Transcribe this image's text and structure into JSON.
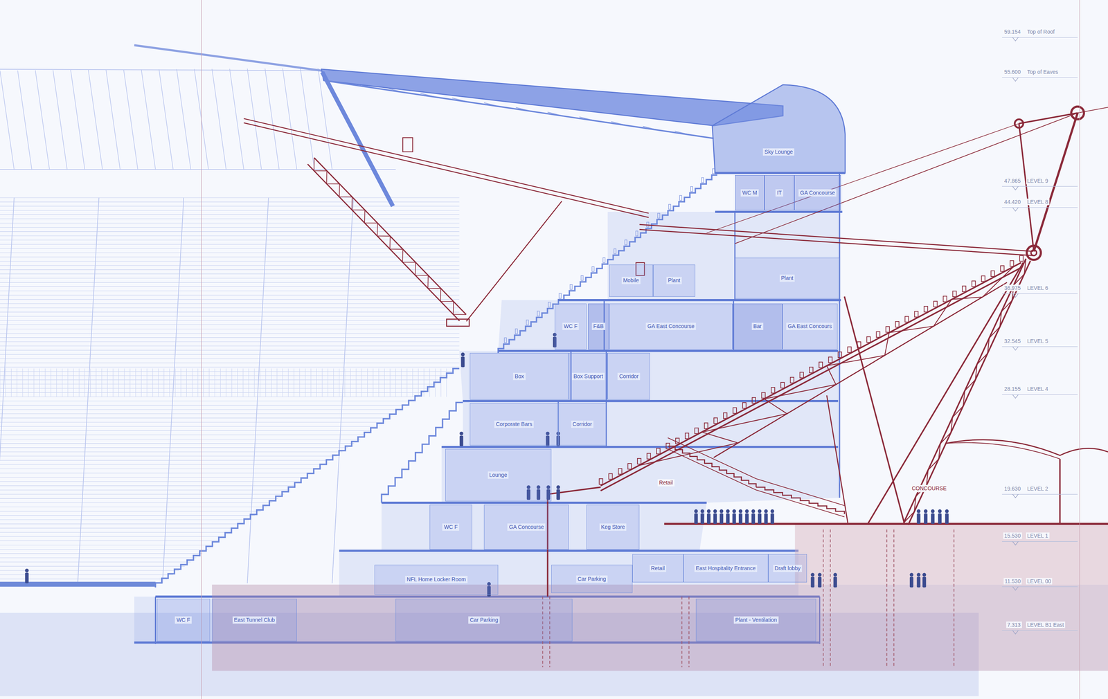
{
  "diagram": {
    "nodes": [
      {
        "text": [
          "Sky Lounge"
        ]
      },
      {
        "text": [
          "WC M"
        ]
      },
      {
        "text": [
          "IT"
        ]
      },
      {
        "text": [
          "GA Concourse"
        ]
      },
      {
        "text": [
          "Mobile"
        ]
      },
      {
        "text": [
          "Plant"
        ]
      },
      {
        "text": [
          "Plant"
        ]
      },
      {
        "text": [
          "WC F"
        ]
      },
      {
        "text": [
          "F&B"
        ]
      },
      {
        "text": [
          "GA East Concourse"
        ]
      },
      {
        "text": [
          "Bar"
        ]
      },
      {
        "text": [
          "GA East Concours"
        ]
      },
      {
        "text": [
          "Box"
        ]
      },
      {
        "text": [
          "Box Support"
        ]
      },
      {
        "text": [
          "Corridor"
        ]
      },
      {
        "text": [
          "Corporate Bars"
        ]
      },
      {
        "text": [
          "Corridor"
        ]
      },
      {
        "text": [
          "Lounge"
        ]
      },
      {
        "text": [
          "WC F"
        ]
      },
      {
        "text": [
          "GA Concourse"
        ]
      },
      {
        "text": [
          "Keg Store"
        ]
      },
      {
        "text": [
          "NFL Home Locker Room"
        ]
      },
      {
        "text": [
          "Car Parking"
        ]
      },
      {
        "text": [
          "Retail"
        ]
      },
      {
        "text": [
          "East Hospitality Entrance"
        ]
      },
      {
        "text": [
          "Draft lobby"
        ]
      },
      {
        "text": [
          "WC F"
        ]
      },
      {
        "text": [
          "East Tunnel Club"
        ]
      },
      {
        "text": [
          "Car Parking"
        ]
      },
      {
        "text": [
          "Plant - Ventilation"
        ]
      },
      {
        "text": [
          "CONCOURSE"
        ]
      },
      {
        "text": [
          "Retail"
        ]
      }
    ],
    "labels": [
      "59.154",
      "Top of Roof",
      "55.600",
      "Top of Eaves",
      "47.865",
      "LEVEL 9",
      "44.420",
      "LEVEL 8",
      "36.975",
      "LEVEL 6",
      "32.545",
      "LEVEL 5",
      "28.155",
      "LEVEL 4",
      "19.630",
      "LEVEL 2",
      "15.530",
      "LEVEL 1",
      "11.530",
      "LEVEL 00",
      "7.313",
      "LEVEL B1 East"
    ]
  }
}
